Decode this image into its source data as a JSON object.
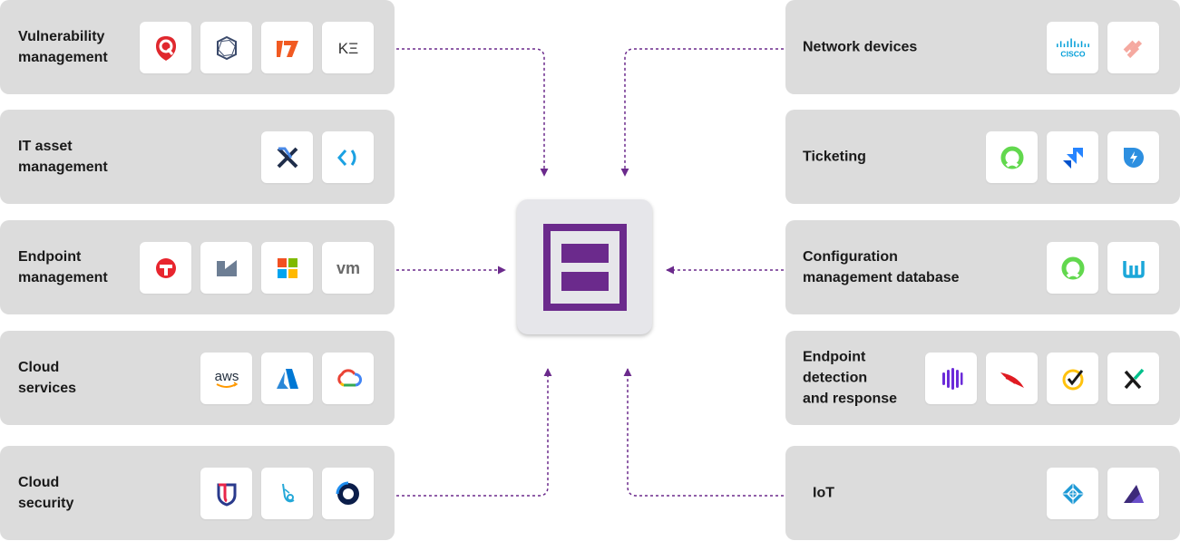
{
  "panels": {
    "vulnerability_management": {
      "label": "Vulnerability\nmanagement",
      "icons": [
        "qualys-icon",
        "tenable-icon",
        "rapid7-icon",
        "kenna-icon"
      ]
    },
    "it_asset_management": {
      "label": "IT asset\nmanagement",
      "icons": [
        "axonius-icon",
        "lansweeper-icon"
      ]
    },
    "endpoint_management": {
      "label": "Endpoint\nmanagement",
      "icons": [
        "tanium-icon",
        "jamf-icon",
        "microsoft-icon",
        "vmware-icon"
      ]
    },
    "cloud_services": {
      "label": "Cloud\nservices",
      "icons": [
        "aws-icon",
        "azure-icon",
        "google-cloud-icon"
      ]
    },
    "cloud_security": {
      "label": "Cloud\nsecurity",
      "icons": [
        "lacework-icon",
        "orca-icon",
        "wiz-icon"
      ]
    },
    "network_devices": {
      "label": "Network devices",
      "icons": [
        "cisco-icon",
        "palo-alto-icon"
      ]
    },
    "ticketing": {
      "label": "Ticketing",
      "icons": [
        "servicenow-icon",
        "jira-icon",
        "freshservice-icon"
      ]
    },
    "cmdb": {
      "label": "Configuration\nmanagement database",
      "icons": [
        "servicenow-cmdb-icon",
        "device42-icon"
      ]
    },
    "edr": {
      "label": "Endpoint\ndetection\nand response",
      "icons": [
        "sentinelone-icon",
        "crowdstrike-icon",
        "norton-icon",
        "cortex-xdr-icon"
      ]
    },
    "iot": {
      "label": "IoT",
      "icons": [
        "armis-icon",
        "claroty-icon"
      ]
    }
  },
  "hub": {
    "icon": "hub-logo-icon"
  },
  "icon_text": {
    "aws": "aws",
    "vmware": "vm",
    "kenna": "KΞ",
    "cisco": "CISCO"
  },
  "colors": {
    "panel_bg": "#dcdcdc",
    "hub_bg": "#e6e6ea",
    "hub_logo": "#6b2a8c",
    "connector": "#6b2a8c"
  }
}
